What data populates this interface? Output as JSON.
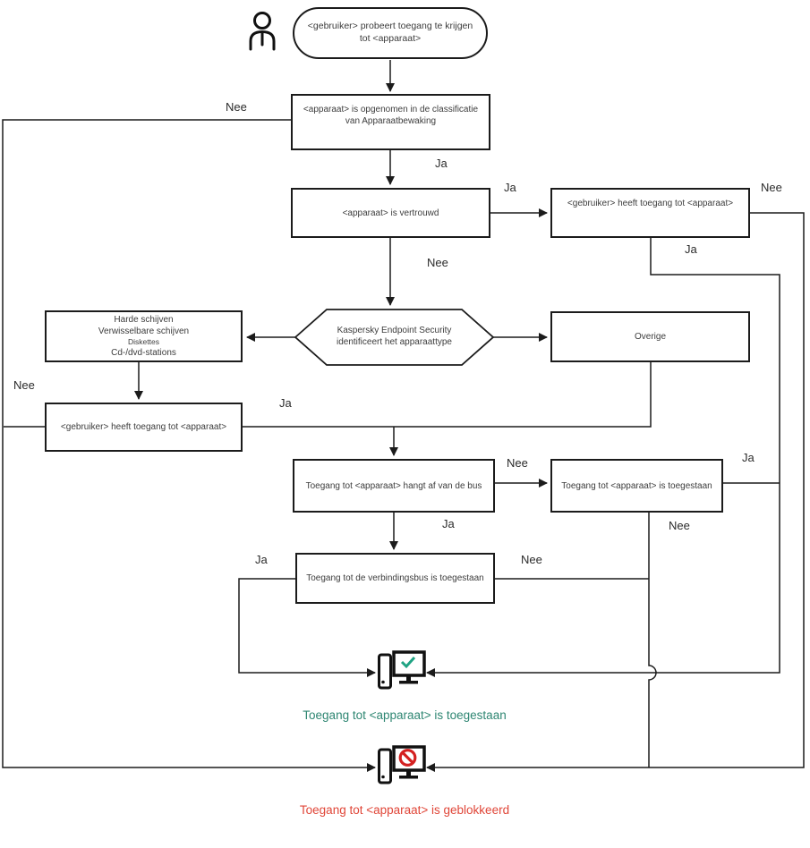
{
  "diagram": {
    "title_hint": "Device access control flowchart (Apparaatbewaking)",
    "nodes": {
      "start": "<gebruiker> probeert toegang te krijgen tot <apparaat>",
      "classification": "<apparaat> is opgenomen in de classificatie van Apparaatbewaking",
      "trusted": "<apparaat> is vertrouwd",
      "user_access_top": "<gebruiker> heeft toegang tot <apparaat>",
      "identify_line1": "Kaspersky Endpoint Security",
      "identify_line2": "identificeert het apparaattype",
      "device_types": [
        "Harde schijven",
        "Verwisselbare schijven",
        "Diskettes",
        "Cd-/dvd-stations"
      ],
      "other": "Overige",
      "user_access_left": "<gebruiker> heeft toegang tot <apparaat>",
      "bus_dependent": "Toegang tot <apparaat> hangt af van de bus",
      "access_allowed_box": "Toegang tot <apparaat> is toegestaan",
      "bus_allowed": "Toegang tot de verbindingsbus is toegestaan"
    },
    "edge_labels": {
      "classification_no": "Nee",
      "classification_yes": "Ja",
      "trusted_yes": "Ja",
      "user_top_no": "Nee",
      "user_top_yes": "Ja",
      "trusted_no": "Nee",
      "user_left_no": "Nee",
      "user_left_yes": "Ja",
      "bus_no": "Nee",
      "allowed_yes": "Ja",
      "allowed_no": "Nee",
      "bus_yes": "Ja",
      "conn_yes": "Ja",
      "conn_no": "Nee"
    },
    "results": {
      "allowed": "Toegang tot <apparaat> is toegestaan",
      "blocked": "Toegang tot <apparaat> is geblokkeerd"
    },
    "icons": {
      "actor": "person-icon",
      "allowed": "computer-allowed-icon",
      "blocked": "computer-blocked-icon"
    },
    "colors": {
      "line": "#1b1b1b",
      "allowed_text": "#2e8672",
      "allowed_check": "#1fa383",
      "blocked_text": "#e04638",
      "blocked_sign": "#d42020"
    }
  }
}
